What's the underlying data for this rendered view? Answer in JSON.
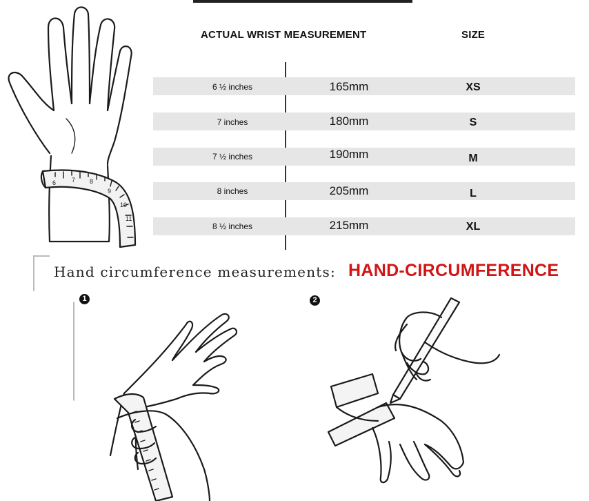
{
  "table": {
    "header_measure": "ACTUAL WRIST MEASUREMENT",
    "header_size": "SIZE",
    "rows": [
      {
        "inches": "6 ½ inches",
        "mm": "165mm",
        "size": "XS"
      },
      {
        "inches": "7 inches",
        "mm": "180mm",
        "size": "S"
      },
      {
        "inches": "7 ½ inches",
        "mm": "190mm",
        "size": "M"
      },
      {
        "inches": "8 inches",
        "mm": "205mm",
        "size": "L"
      },
      {
        "inches": "8 ½ inches",
        "mm": "215mm",
        "size": "XL"
      }
    ]
  },
  "section": {
    "label": "Hand circumference measurements:",
    "title": "HAND-CIRCUMFERENCE",
    "title_color": "#d11414"
  },
  "tape_ticks": [
    "6",
    "7",
    "8",
    "9",
    "10",
    "11"
  ],
  "steps": [
    "1",
    "2"
  ]
}
